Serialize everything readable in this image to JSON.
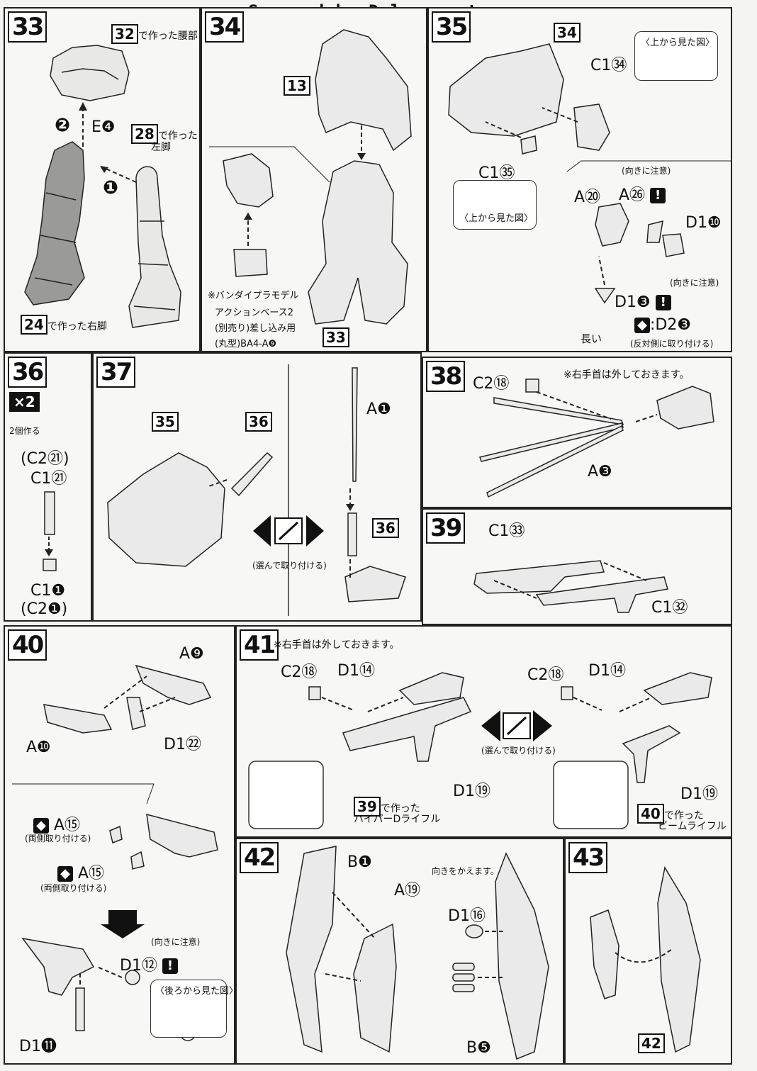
{
  "watermark": "Scanned by Dalong.net",
  "steps": {
    "s33": {
      "num": "33",
      "ref1_num": "32",
      "ref1_text": "で作った腰部",
      "arrow1": "❷",
      "partE": "E❹",
      "ref2_num": "28",
      "ref2_text": "で作った",
      "ref2_text2": "左脚",
      "arrow2": "❶",
      "ref3_num": "24",
      "ref3_text": "で作った右脚"
    },
    "s34": {
      "num": "34",
      "ref_top": "13",
      "ref_bottom": "33",
      "note1": "※バンダイプラモデル",
      "note2": "アクションベース2",
      "note3": "(別売り)差し込み用",
      "note4": "(丸型)BA4-A❾"
    },
    "s35": {
      "num": "35",
      "ref_top": "34",
      "c1a": "C1㉞",
      "view1": "〈上から見た図〉",
      "c1b": "C1㉟",
      "view2": "〈上から見た図〉",
      "orient1": "(向きに注意)",
      "a20": "A⑳",
      "a26": "A㉖",
      "d110": "D1❿",
      "orient2": "(向きに注意)",
      "d13": "D1❸",
      "d23": ":D2❸",
      "long": "長い",
      "opposite": "(反対側に取り付ける)"
    },
    "s36": {
      "num": "36",
      "times": "×2",
      "make2": "2個作る",
      "p1": "(C2㉑)",
      "p2": "C1㉑",
      "p3": "C1❶",
      "p4": "(C2❶)"
    },
    "s37": {
      "num": "37",
      "ref35": "35",
      "ref36a": "36",
      "a1": "A❶",
      "ref36b": "36",
      "choose": "(選んで取り付ける)"
    },
    "s38": {
      "num": "38",
      "c218": "C2⑱",
      "note": "※右手首は外しておきます。",
      "a3": "A❸"
    },
    "s39": {
      "num": "39",
      "c133": "C1㉝",
      "c132": "C1㉜"
    },
    "s40": {
      "num": "40",
      "a9": "A❾",
      "a10": "A❿",
      "d122": "D1㉒",
      "a15a": "A⑮",
      "both1": "(両側取り付ける)",
      "a15b": "A⑮",
      "both2": "(両側取り付ける)",
      "orient": "(向きに注意)",
      "d112": "D1⑫",
      "back": "〈後ろから見た図〉",
      "d111": "D1⓫"
    },
    "s41": {
      "num": "41",
      "note": "※右手首は外しておきます。",
      "c218a": "C2⑱",
      "d114a": "D1⑭",
      "d119a": "D1⑲",
      "ref39": "39",
      "ref39_t1": "で作った",
      "ref39_t2": "ハイパーDライフル",
      "choose": "(選んで取り付ける)",
      "c218b": "C2⑱",
      "d114b": "D1⑭",
      "d119b": "D1⑲",
      "ref40": "40",
      "ref40_t1": "で作った",
      "ref40_t2": "ビームライフル"
    },
    "s42": {
      "num": "42",
      "b1": "B❶",
      "a19": "A⑲",
      "turn": "向きをかえます。",
      "d116": "D1⑯",
      "b5": "B❺"
    },
    "s43": {
      "num": "43",
      "ref42": "42"
    }
  }
}
